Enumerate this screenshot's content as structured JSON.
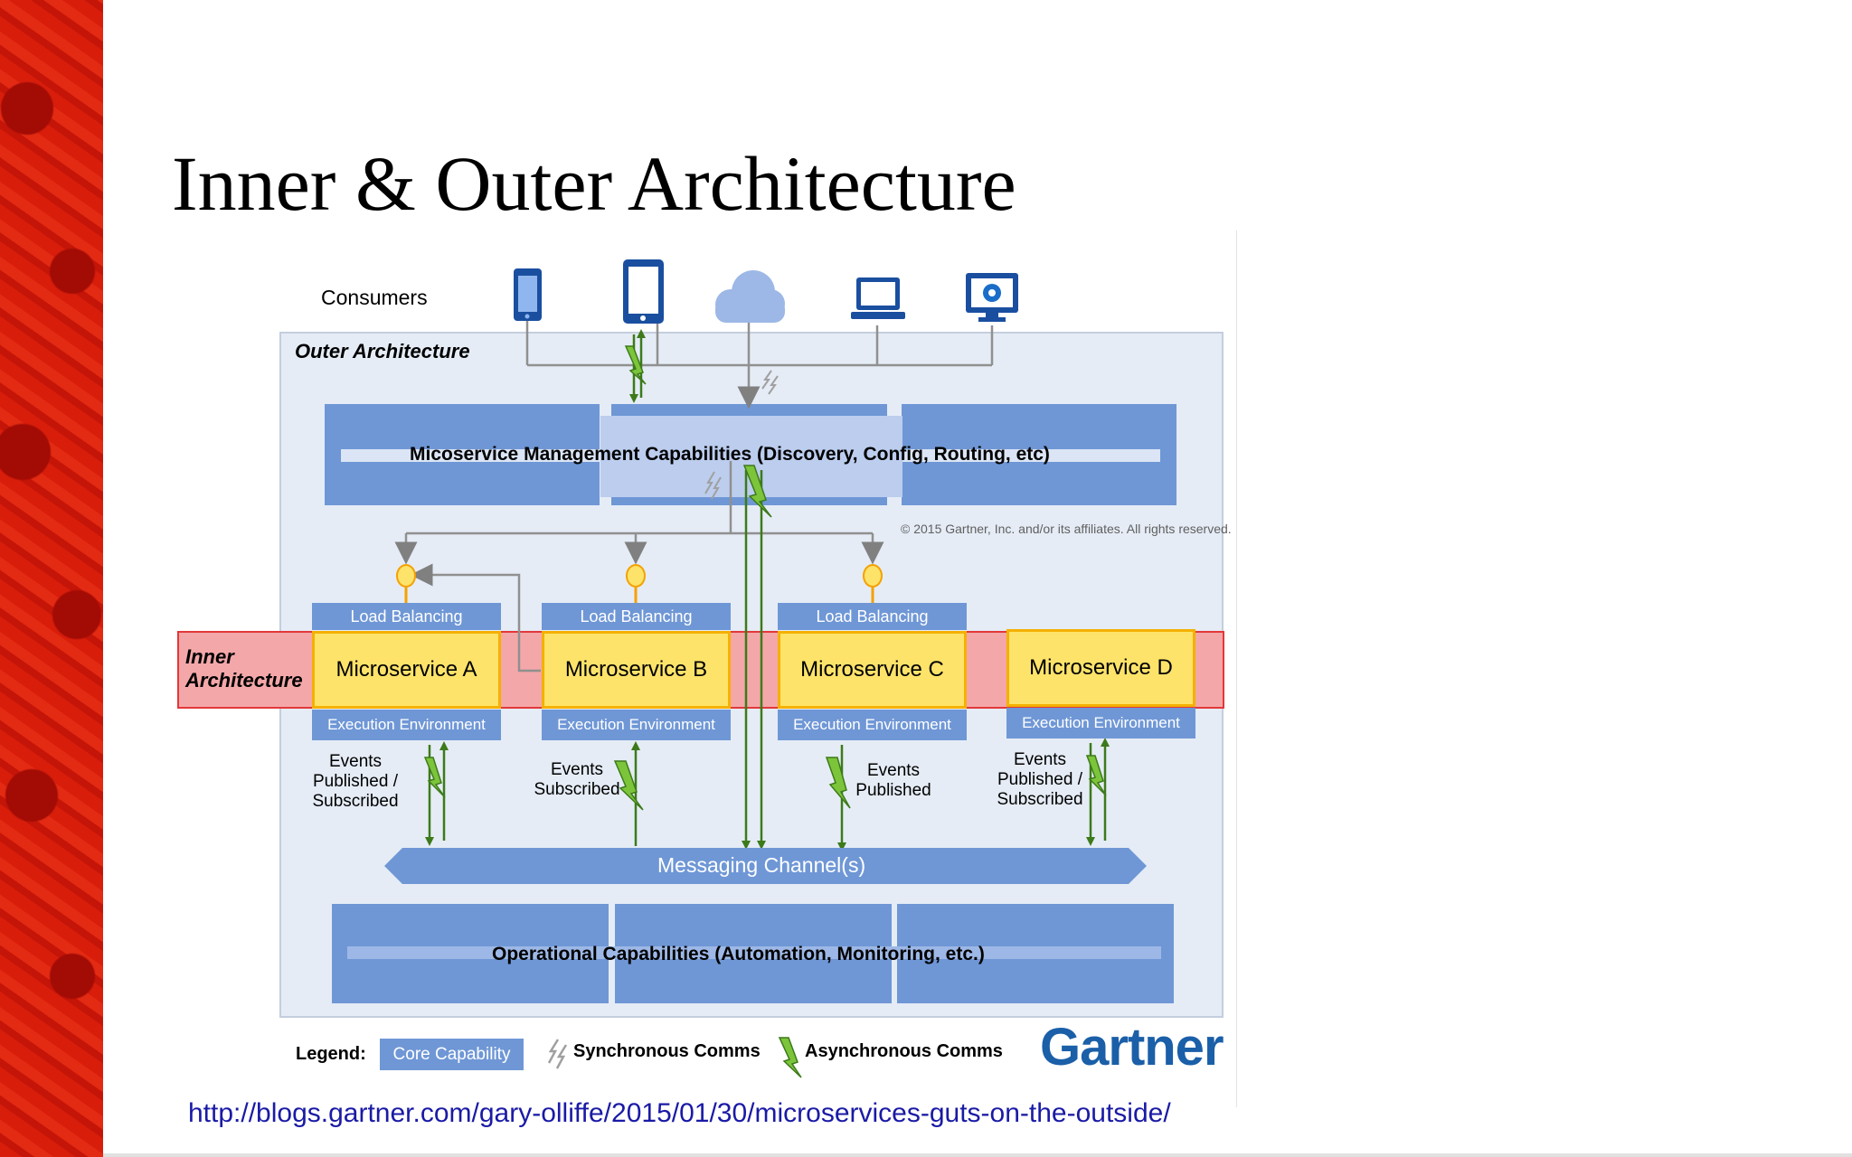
{
  "slide": {
    "title": "Inner & Outer Architecture"
  },
  "diagram": {
    "consumers_label": "Consumers",
    "outer_label": "Outer Architecture",
    "inner_label_line1": "Inner",
    "inner_label_line2": "Architecture",
    "management_label": "Micoservice Management Capabilities (Discovery, Config, Routing, etc)",
    "copyright": "© 2015 Gartner, Inc. and/or its affiliates. All rights reserved.",
    "load_balancing": "Load Balancing",
    "execution_environment": "Execution Environment",
    "microservices": [
      {
        "name": "Microservice A",
        "events": [
          "Events",
          "Published /",
          "Subscribed"
        ]
      },
      {
        "name": "Microservice B",
        "events": [
          "Events",
          "Subscribed"
        ]
      },
      {
        "name": "Microservice C",
        "events": [
          "Events",
          "Published"
        ]
      },
      {
        "name": "Microservice D",
        "events": [
          "Events",
          "Published /",
          "Subscribed"
        ]
      }
    ],
    "messaging_label": "Messaging Channel(s)",
    "operational_label": "Operational Capabilities (Automation, Monitoring, etc.)",
    "consumer_icons": [
      "smartphone-icon",
      "tablet-icon",
      "cloud-icon",
      "laptop-icon",
      "desktop-settings-icon"
    ]
  },
  "legend": {
    "title": "Legend:",
    "core": "Core Capability",
    "sync": "Synchronous Comms",
    "async": "Asynchronous Comms"
  },
  "brand": {
    "logo_text": "Gartner"
  },
  "link": {
    "url": "http://blogs.gartner.com/gary-olliffe/2015/01/30/microservices-guts-on-the-outside/"
  },
  "colors": {
    "capability_blue": "#6f97d6",
    "microservice_yellow": "#fde36a",
    "inner_band": "#f4a7a9",
    "async_green": "#7cc53b",
    "gartner_blue": "#1a5fa8",
    "link_blue": "#1a1aa6"
  }
}
